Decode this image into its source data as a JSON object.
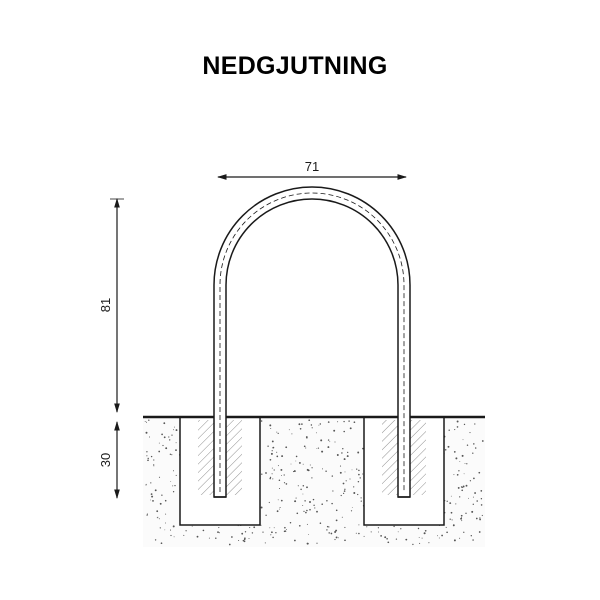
{
  "title": "NEDGJUTNING",
  "dimensions": {
    "width": "71",
    "height_above_ground": "81",
    "depth_below_ground": "30"
  },
  "colors": {
    "line": "#1a1a1a",
    "concrete_fill": "#f7f7f7",
    "speckle": "#555555"
  }
}
